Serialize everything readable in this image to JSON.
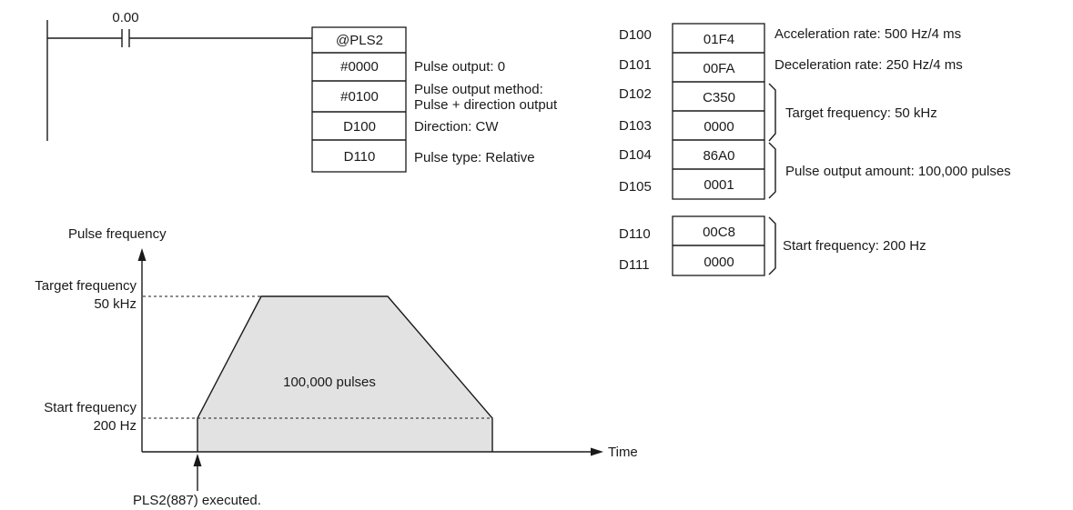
{
  "ladder": {
    "contact_address": "0.00",
    "instruction": "@PLS2",
    "operands": [
      {
        "value": "#0000",
        "description": "Pulse output: 0"
      },
      {
        "value": "#0100",
        "description": "Pulse output method:",
        "description_line2": "Pulse + direction output"
      },
      {
        "value": "D100",
        "description": "Direction: CW"
      },
      {
        "value": "D110",
        "description": "Pulse type: Relative"
      }
    ]
  },
  "memory": {
    "rows": [
      {
        "addr": "D100",
        "value": "01F4"
      },
      {
        "addr": "D101",
        "value": "00FA"
      },
      {
        "addr": "D102",
        "value": "C350"
      },
      {
        "addr": "D103",
        "value": "0000"
      },
      {
        "addr": "D104",
        "value": "86A0"
      },
      {
        "addr": "D105",
        "value": "0001"
      },
      {
        "addr": "D110",
        "value": "00C8"
      },
      {
        "addr": "D111",
        "value": "0000"
      }
    ],
    "notes": {
      "acceleration": "Acceleration rate: 500 Hz/4 ms",
      "deceleration": "Deceleration rate: 250 Hz/4 ms",
      "target": "Target frequency: 50 kHz",
      "amount": "Pulse output amount: 100,000 pulses",
      "start": "Start frequency: 200 Hz"
    }
  },
  "graph": {
    "y_axis_label": "Pulse frequency",
    "x_axis_label": "Time",
    "target_label": "Target frequency",
    "target_value": "50 kHz",
    "start_label": "Start frequency",
    "start_value": "200 Hz",
    "area_label": "100,000 pulses",
    "executed_label": "PLS2(887) executed."
  }
}
